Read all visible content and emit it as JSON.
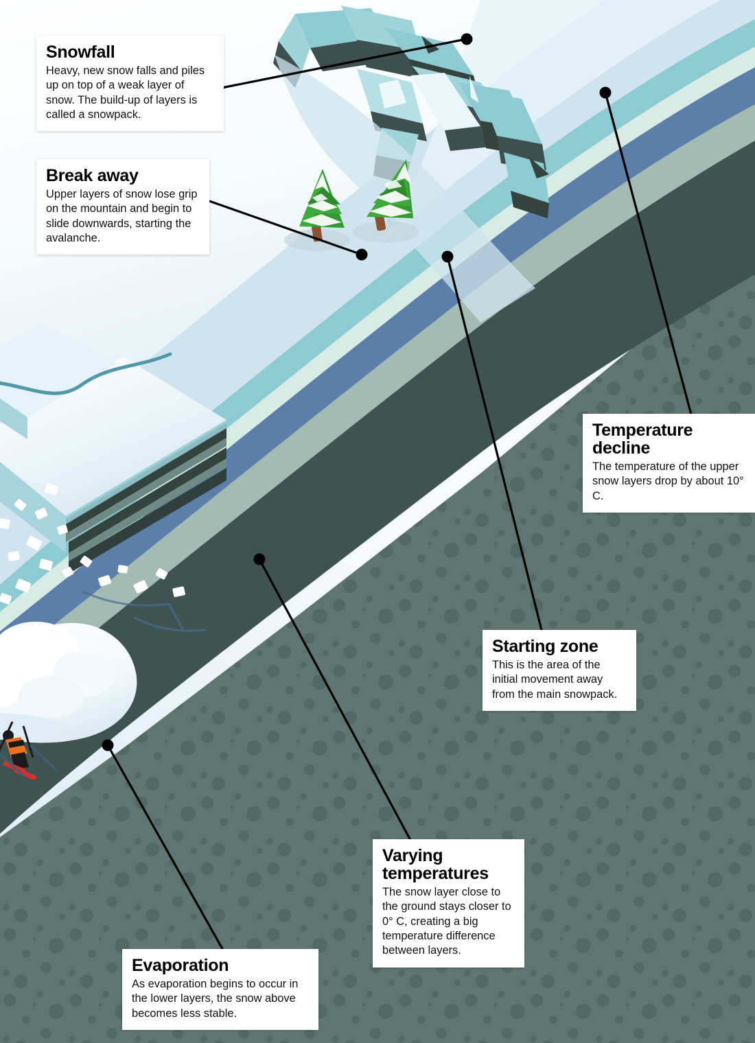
{
  "diagram": {
    "topic": "Anatomy of an avalanche",
    "type": "cross-section illustration"
  },
  "callouts": [
    {
      "id": "snowfall",
      "title": "Snowfall",
      "body": "Heavy, new snow falls and piles up on top of a weak layer of snow. The build-up of layers is called a snowpack."
    },
    {
      "id": "breakaway",
      "title": "Break away",
      "body": "Upper layers of snow lose grip on the mountain and begin to slide downwards, starting the avalanche."
    },
    {
      "id": "temperature",
      "title": "Temperature\ndecline",
      "body": "The temperature of the upper snow layers drop by about 10° C."
    },
    {
      "id": "startingzone",
      "title": "Starting zone",
      "body": "This is the area of the initial movement away from the main snowpack."
    },
    {
      "id": "varying",
      "title": "Varying\ntemperatures",
      "body": "The snow layer close to the ground stays closer to 0° C, creating a big temperature difference between layers."
    },
    {
      "id": "evaporation",
      "title": "Evaporation",
      "body": "As evaporation begins to occur in the lower layers, the snow above becomes less stable."
    }
  ],
  "colors": {
    "sky_white": "#ffffff",
    "snow_pale": "#eef6fa",
    "snow_blue": "#cfe4ee",
    "snow_shadow": "#b9d6e3",
    "ice_teal": "#8ecad2",
    "ice_teal_dark": "#6fb4bd",
    "mint_pale": "#d8ebe4",
    "steel_blue": "#5b7fa8",
    "steel_blue_dark": "#4a6b92",
    "gray_green_light": "#a3bbb2",
    "slate_dark": "#3f5450",
    "slate_darker": "#33443f",
    "ground_green": "#5f7670",
    "ground_dot": "#53696 3",
    "tree_green": "#3faa3c",
    "tree_green_dark": "#2e8a2c",
    "trunk_brown": "#8a5230",
    "skier_orange": "#e8721f",
    "skier_red": "#d32f2f",
    "leader_black": "#000000"
  },
  "layers": [
    {
      "name": "new snow surface",
      "color": "#eef6fa"
    },
    {
      "name": "upper snow layer",
      "color": "#cfe4ee"
    },
    {
      "name": "ice layer",
      "color": "#8ecad2"
    },
    {
      "name": "pale mint layer",
      "color": "#d8ebe4"
    },
    {
      "name": "weak blue layer",
      "color": "#5b7fa8"
    },
    {
      "name": "gray-green layer",
      "color": "#a3bbb2"
    },
    {
      "name": "dark slate layer",
      "color": "#3f5450"
    },
    {
      "name": "ground",
      "color": "#5f7670"
    }
  ],
  "scene_elements": [
    {
      "name": "crown-fracture",
      "description": "jagged broken ice blocks at the top of the slope"
    },
    {
      "name": "pine-tree-left",
      "description": "snow-covered pine tree"
    },
    {
      "name": "pine-tree-right",
      "description": "snow-covered pine tree"
    },
    {
      "name": "snowpack-block",
      "description": "exploded cross-section block of layered snowpack"
    },
    {
      "name": "snow-debris",
      "description": "white chunks of broken snow"
    },
    {
      "name": "skier",
      "description": "skier descending the slope"
    },
    {
      "name": "snow-cloud",
      "description": "billowing powder cloud from the slide"
    }
  ]
}
